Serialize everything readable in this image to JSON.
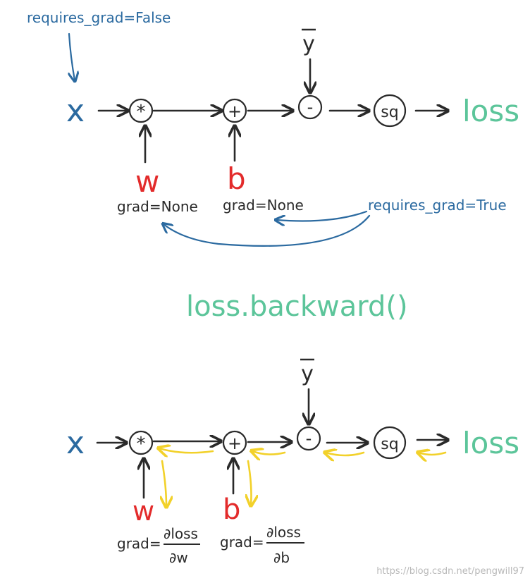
{
  "top": {
    "annotation_x": "requires_grad=False",
    "annotation_wb": "requires_grad=True",
    "input_x": "x",
    "op_mul": "*",
    "op_add": "+",
    "op_sub": "-",
    "op_sq": "sq",
    "y_bar": "y",
    "output": "loss",
    "param_w": "w",
    "param_b": "b",
    "w_grad": "grad=None",
    "b_grad": "grad=None"
  },
  "middle": {
    "call": "loss.backward()"
  },
  "bottom": {
    "input_x": "x",
    "op_mul": "*",
    "op_add": "+",
    "op_sub": "-",
    "op_sq": "sq",
    "y_bar": "y",
    "output": "loss",
    "param_w": "w",
    "param_b": "b",
    "w_grad_prefix": "grad=",
    "w_grad_num": "∂loss",
    "w_grad_den": "∂w",
    "b_grad_prefix": "grad=",
    "b_grad_num": "∂loss",
    "b_grad_den": "∂b"
  },
  "watermark": "https://blog.csdn.net/pengwill97",
  "colors": {
    "blue": "#2b6aa0",
    "red": "#e32b2b",
    "green": "#5cc59a",
    "yellow": "#f2d12a",
    "ink": "#2a2a2a"
  }
}
